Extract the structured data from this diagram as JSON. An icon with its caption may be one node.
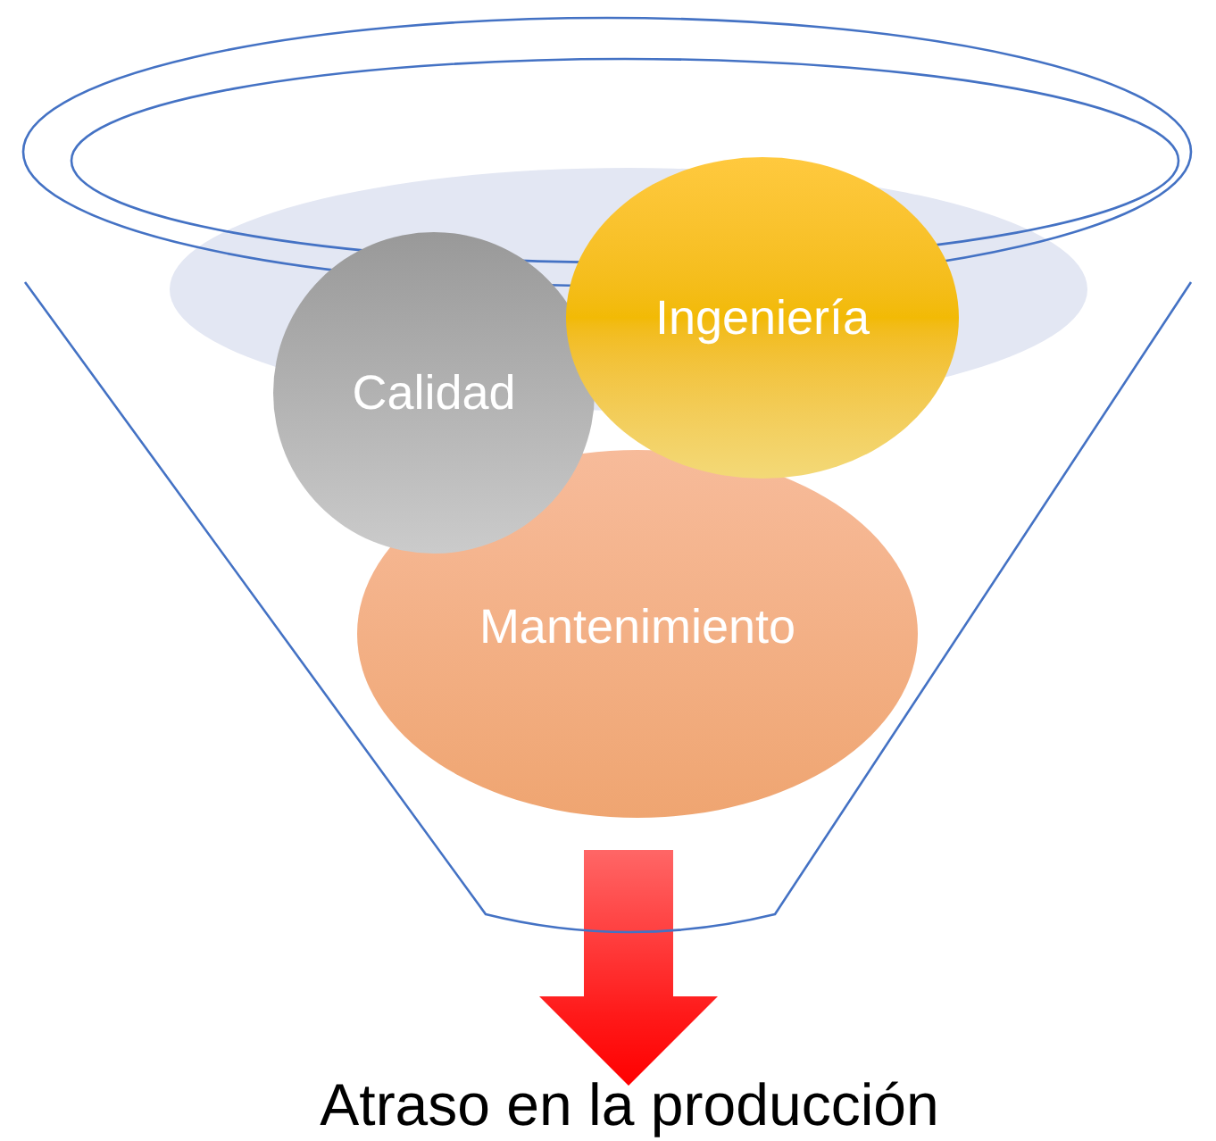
{
  "diagram": {
    "nodes": [
      {
        "text": [],
        "shape": "funnel"
      },
      {
        "text": [
          "Ingeniería"
        ],
        "in": 0
      },
      {
        "text": [
          "Calidad"
        ],
        "in": 0
      },
      {
        "text": [
          "Mantenimiento"
        ],
        "in": 0
      },
      {
        "text": [
          "Atraso en la producción"
        ]
      }
    ],
    "edges": [
      {
        "from": 0,
        "to": 4,
        "arrow": "to",
        "style": "thick",
        "color": "#ff0000"
      }
    ]
  }
}
